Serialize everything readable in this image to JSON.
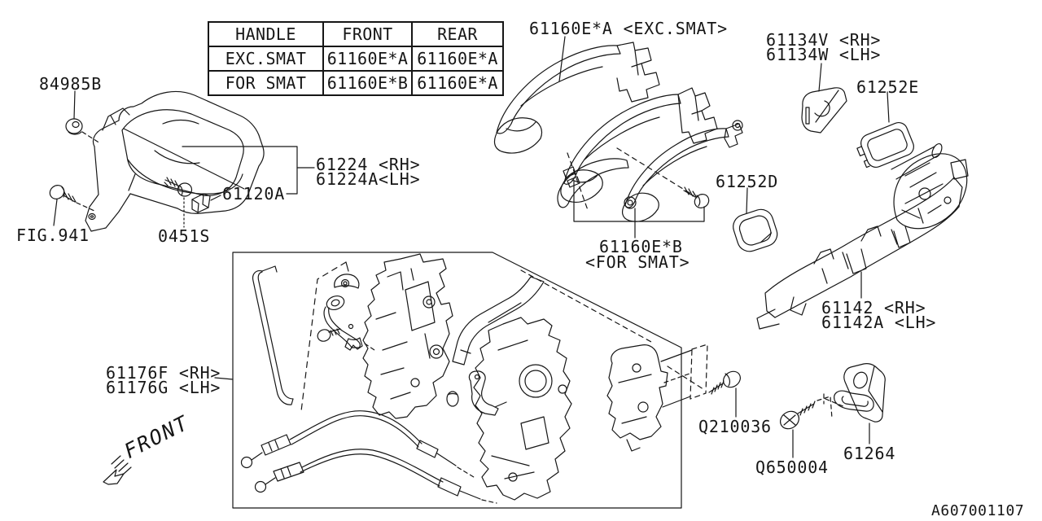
{
  "table": {
    "headers": [
      "HANDLE",
      "FRONT",
      "REAR"
    ],
    "rows": [
      [
        "EXC.SMAT",
        "61160E*A",
        "61160E*A"
      ],
      [
        "FOR SMAT",
        "61160E*B",
        "61160E*A"
      ]
    ]
  },
  "labels": {
    "grommet": "84985B",
    "fig_ref": "FIG.941",
    "screw_0451s": "0451S",
    "clip": "61120A",
    "inner_handle_rh": "61224 <RH>",
    "inner_handle_lh": "61224A<LH>",
    "outer_handle_exc_smat": "61160E*A <EXC.SMAT>",
    "outer_handle_for_smat_1": "61160E*B",
    "outer_handle_for_smat_2": "<FOR SMAT>",
    "cover_rh": "61134V <RH>",
    "cover_lh": "61134W <LH>",
    "gasket_rear": "61252E",
    "gasket_front": "61252D",
    "frame_rh": "61142 <RH>",
    "frame_lh": "61142A <LH>",
    "latch_rh": "61176F <RH>",
    "latch_lh": "61176G <LH>",
    "screw_q210036": "Q210036",
    "screw_q650004": "Q650004",
    "striker": "61264",
    "front_direction": "FRONT",
    "diagram_code": "A607001107"
  }
}
